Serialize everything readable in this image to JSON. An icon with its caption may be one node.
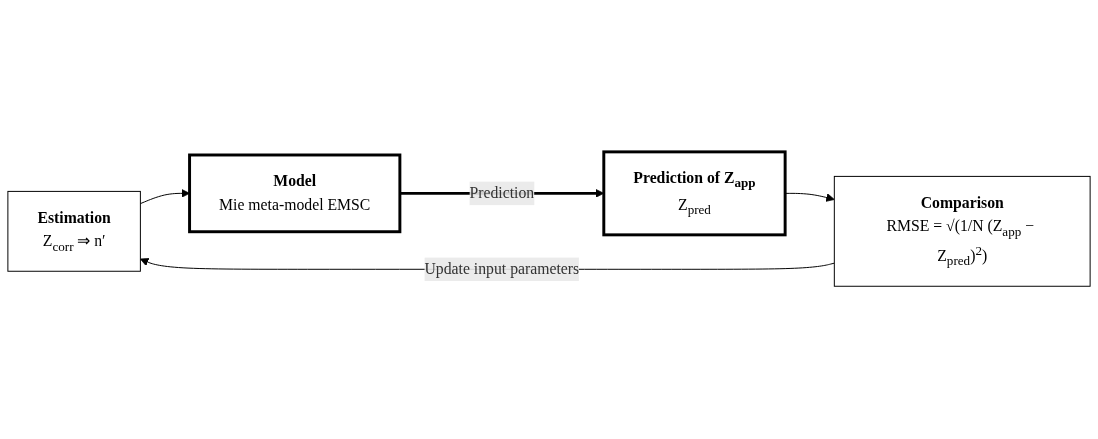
{
  "diagram": {
    "nodes": [
      {
        "text": [
          "Estimation",
          "Z$_{corr}$ ⇒ n′"
        ]
      },
      {
        "text": [
          "Model",
          "Mie meta-model EMSC"
        ]
      },
      {
        "text": [
          "Prediction of Z$_{app}$",
          "Z$_{pred}$"
        ]
      },
      {
        "text": [
          "Comparison",
          "RMSE = √(1/N (Z$_{app}$ − Z$_{pred}$)$^{2}$)"
        ]
      }
    ],
    "edges": [
      {
        "from": 0,
        "to": 1,
        "arrow": "to"
      },
      {
        "from": 1,
        "to": 2,
        "arrow": "to",
        "label": "Prediction",
        "style": "thick"
      },
      {
        "from": 2,
        "to": 3,
        "arrow": "to"
      },
      {
        "from": 3,
        "to": 0,
        "arrow": "to",
        "label": "Update input parameters"
      }
    ]
  }
}
